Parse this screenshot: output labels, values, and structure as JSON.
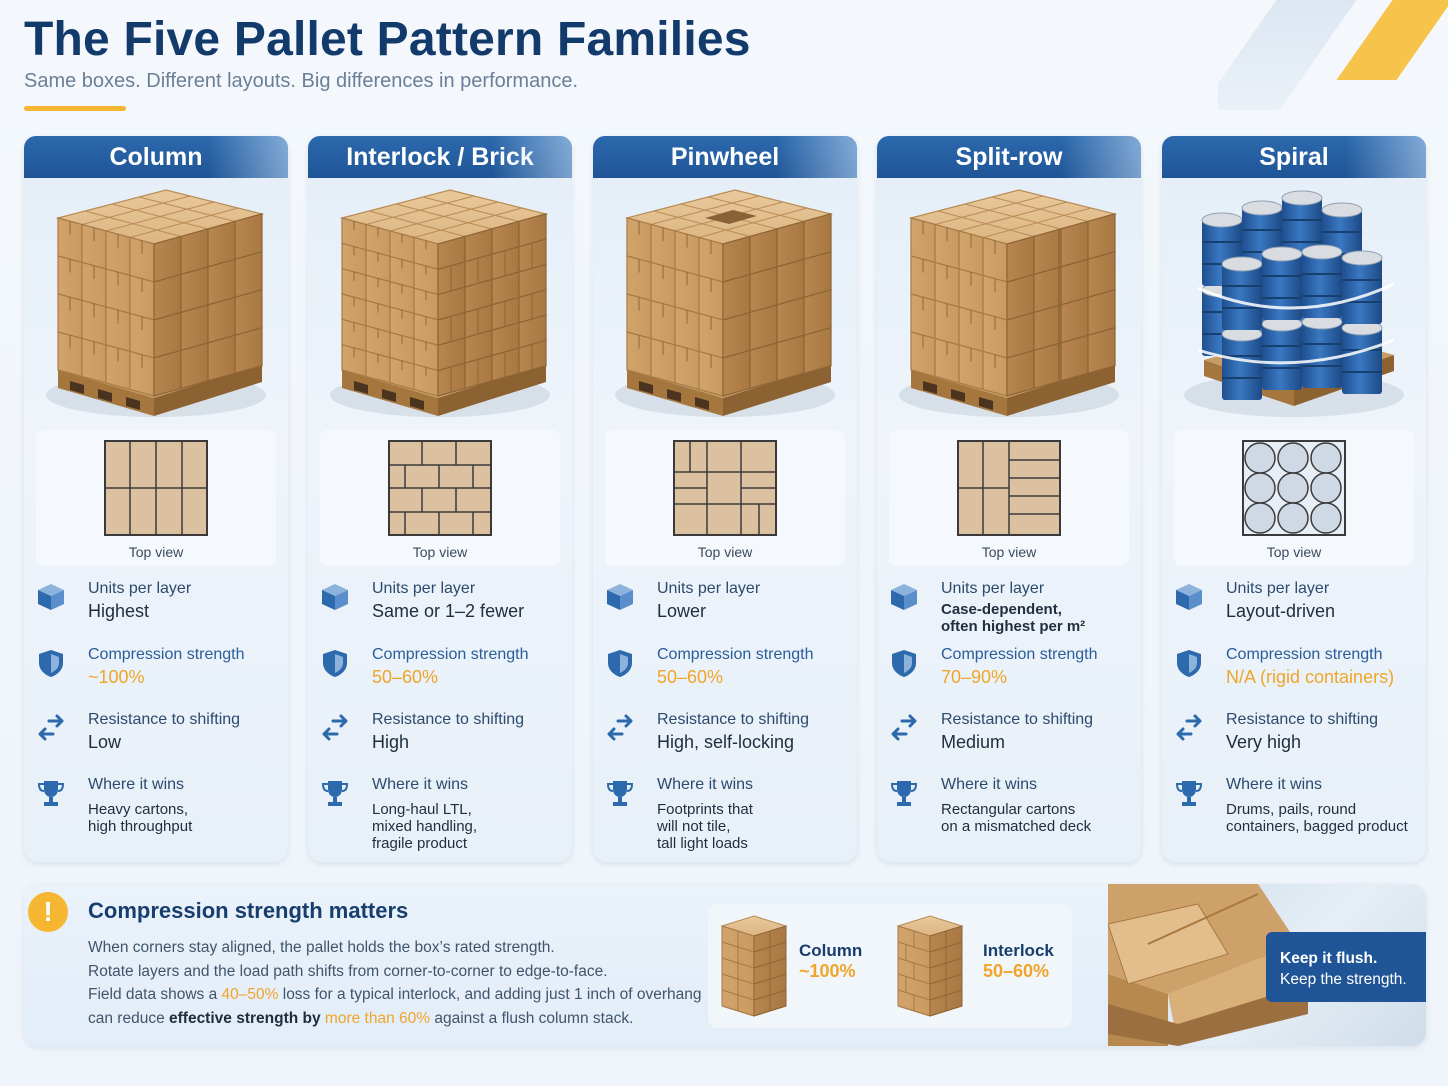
{
  "header": {
    "title": "The Five Pallet Pattern Families",
    "subtitle": "Same boxes. Different layouts. Big differences in performance.",
    "accent_color": "#f5b731"
  },
  "columns": [
    {
      "name": "Column",
      "top_view_label": "Top view",
      "units_label": "Units per layer",
      "units_value": "Highest",
      "compression_label": "Compression strength",
      "compression_value": "~100%",
      "shifting_label": "Resistance to shifting",
      "shifting_value": "Low",
      "wins_label": "Where it wins",
      "wins_lines": [
        "Heavy cartons,",
        "high throughput"
      ]
    },
    {
      "name": "Interlock / Brick",
      "top_view_label": "Top view",
      "units_label": "Units per layer",
      "units_value": "Same or 1–2 fewer",
      "compression_label": "Compression strength",
      "compression_value": "50–60%",
      "shifting_label": "Resistance to shifting",
      "shifting_value": "High",
      "wins_label": "Where it wins",
      "wins_lines": [
        "Long-haul LTL,",
        "mixed handling,",
        "fragile product"
      ]
    },
    {
      "name": "Pinwheel",
      "top_view_label": "Top view",
      "units_label": "Units per layer",
      "units_value": "Lower",
      "compression_label": "Compression strength",
      "compression_value": "50–60%",
      "shifting_label": "Resistance to shifting",
      "shifting_value": "High, self-locking",
      "wins_label": "Where it wins",
      "wins_lines": [
        "Footprints that",
        "will not tile,",
        "tall light loads"
      ]
    },
    {
      "name": "Split-row",
      "top_view_label": "Top view",
      "units_label": "Units per layer",
      "units_value_lines": [
        "Case-dependent,",
        "often highest per m²"
      ],
      "compression_label": "Compression strength",
      "compression_value": "70–90%",
      "shifting_label": "Resistance to shifting",
      "shifting_value": "Medium",
      "wins_label": "Where it wins",
      "wins_lines": [
        "Rectangular cartons",
        "on a mismatched deck"
      ]
    },
    {
      "name": "Spiral",
      "top_view_label": "Top view",
      "units_label": "Units per layer",
      "units_value": "Layout-driven",
      "compression_label": "Compression strength",
      "compression_value": "N/A (rigid containers)",
      "shifting_label": "Resistance to shifting",
      "shifting_value": "Very high",
      "wins_label": "Where it wins",
      "wins_lines": [
        "Drums, pails, round",
        "containers, bagged product"
      ]
    }
  ],
  "icons": {
    "units": "box-icon",
    "compression": "shield-icon",
    "shifting": "arrows-icon",
    "wins": "trophy-icon"
  },
  "bottom": {
    "warning_glyph": "!",
    "title": "Compression strength matters",
    "line1": "When corners stay aligned, the pallet holds the box’s rated strength.",
    "line2": "Rotate layers and the load path shifts from corner-to-corner to edge-to-face.",
    "line3_a": "Field data shows a ",
    "line3_hl": "40–50%",
    "line3_b": " loss for a typical interlock, and adding just 1 inch of overhang",
    "line4_a": "can reduce ",
    "line4_bold": "effective strength by",
    "line4_hl": " more than 60%",
    "line4_b": " against a flush column stack.",
    "compare": [
      {
        "label": "Column",
        "value": "~100%"
      },
      {
        "label": "Interlock",
        "value": "50–60%"
      }
    ],
    "callout_line1": "Keep it flush.",
    "callout_line2": "Keep the strength."
  },
  "colors": {
    "header_blue": "#1f5597",
    "title_navy": "#123a6b",
    "highlight_orange": "#f0a52a",
    "cardboard": "#d8b07c",
    "drum_blue": "#2f66ad"
  }
}
